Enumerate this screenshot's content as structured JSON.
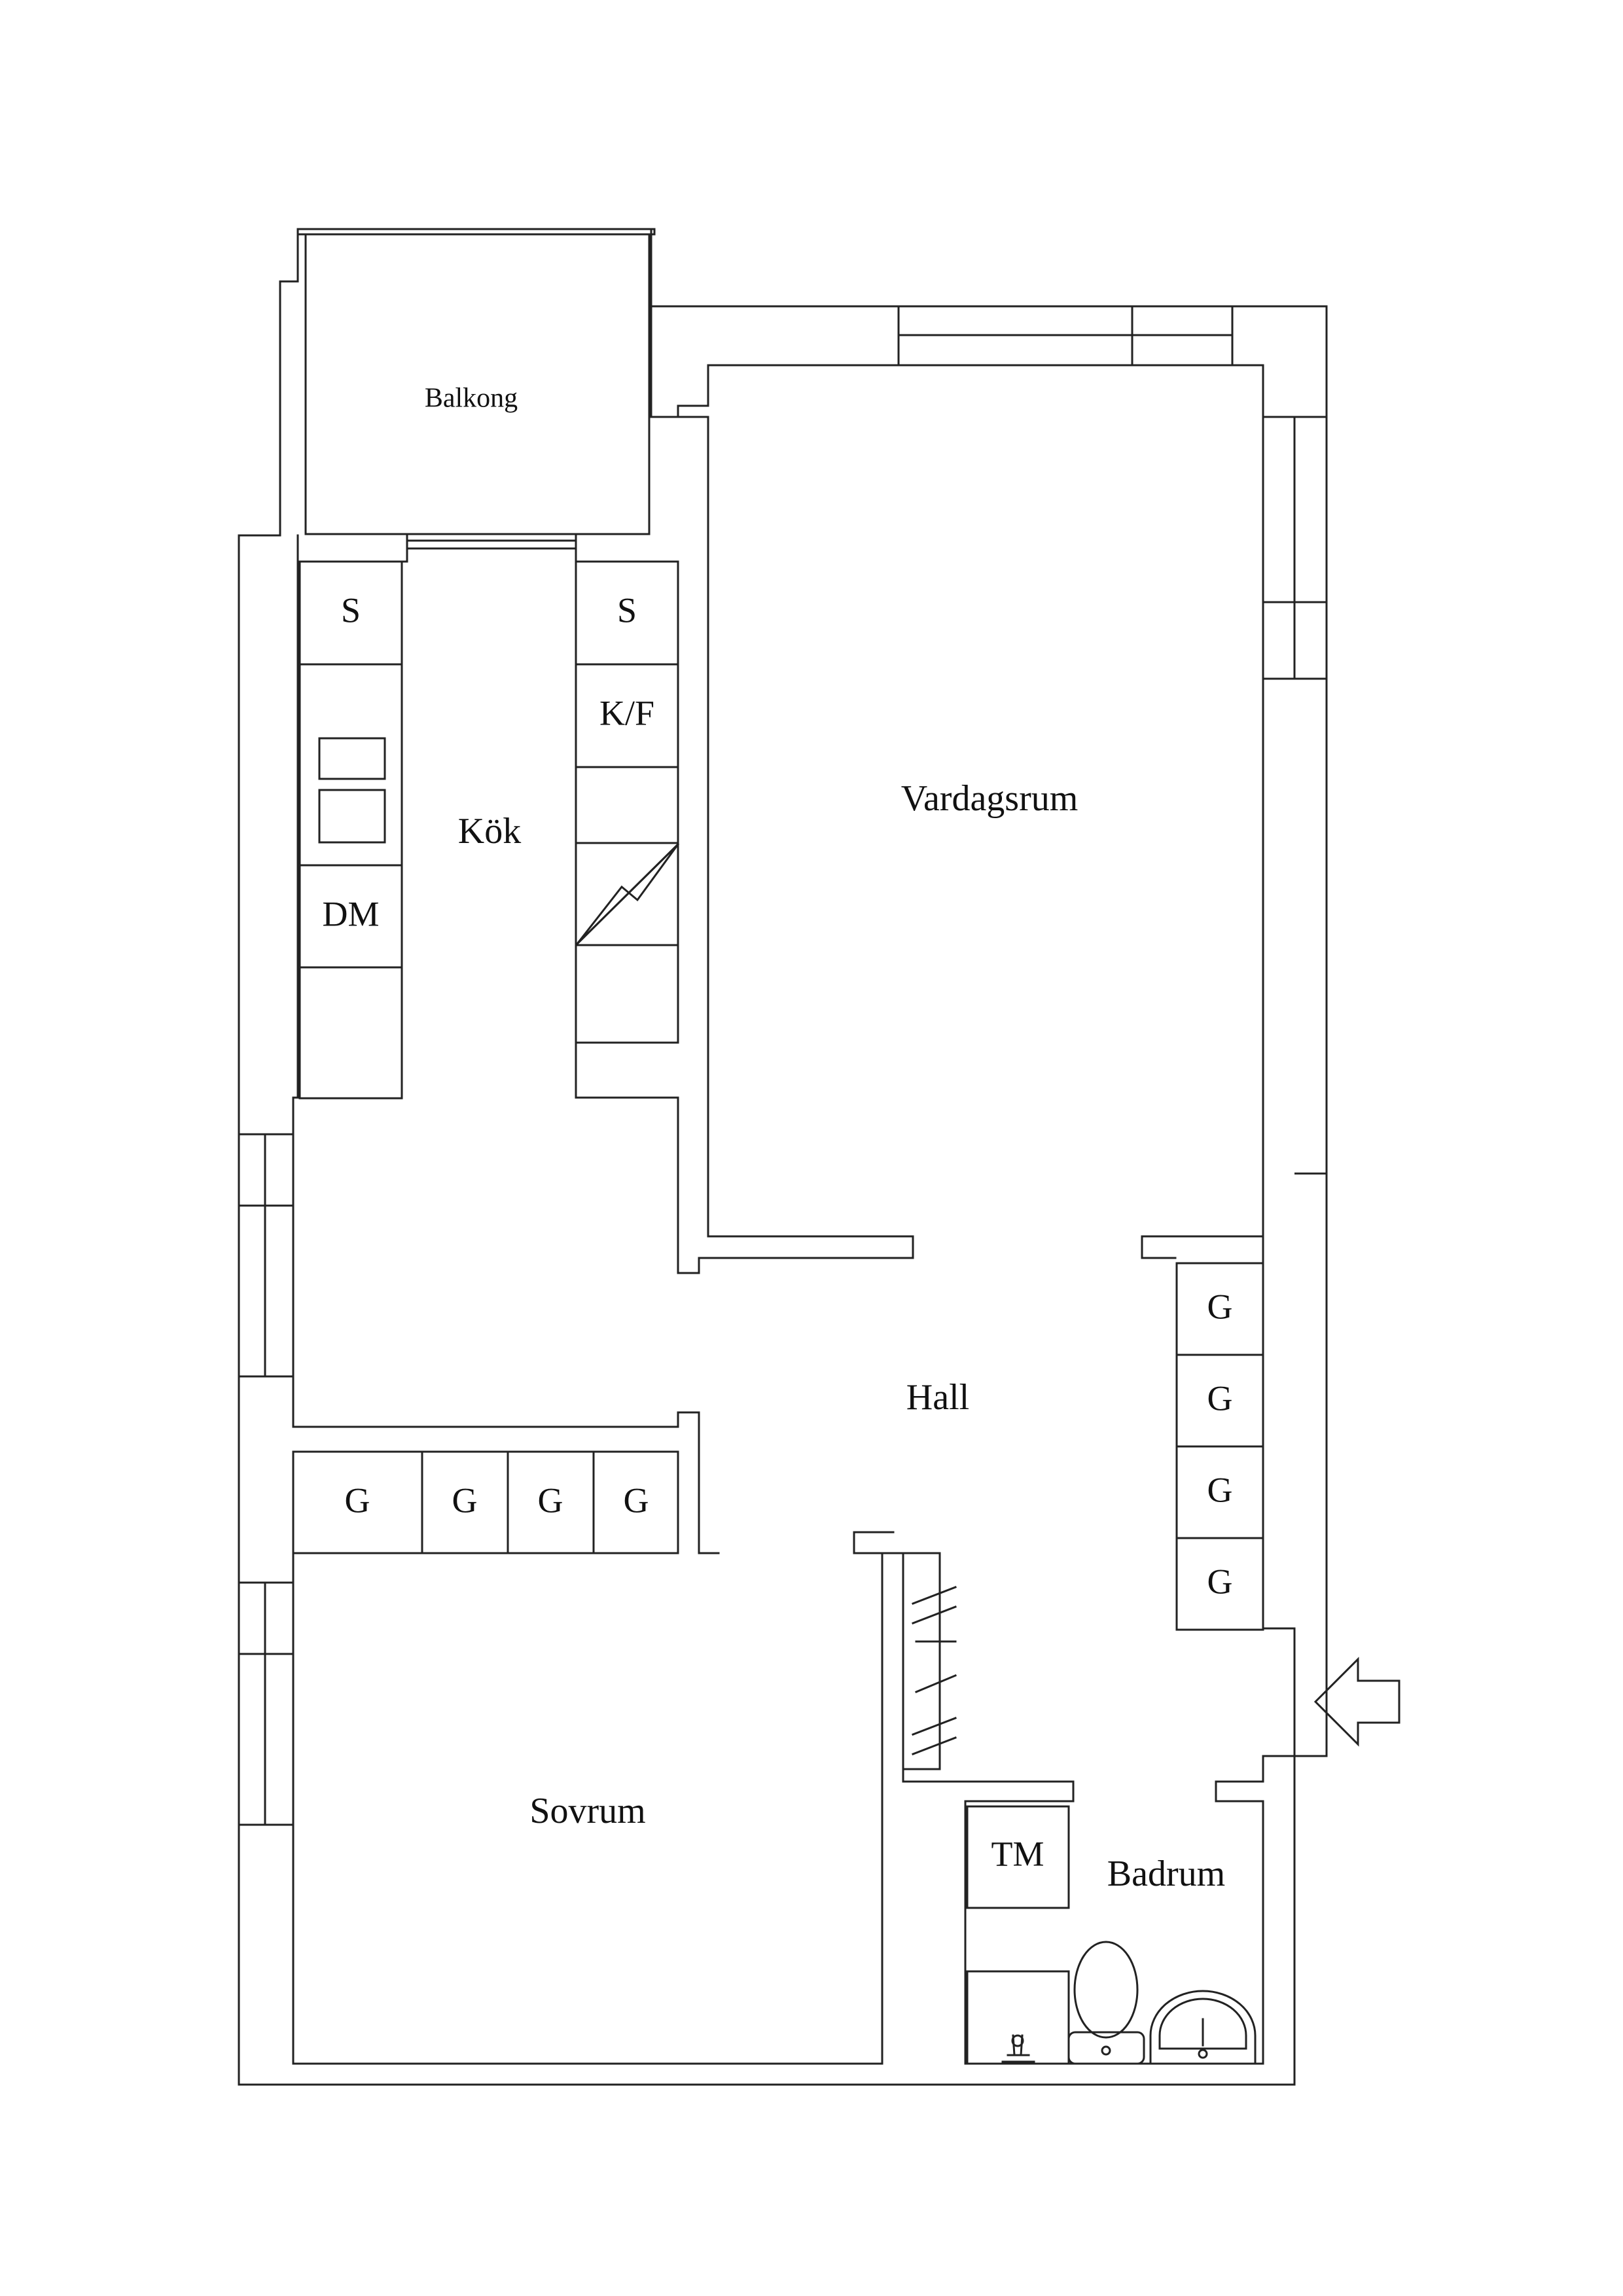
{
  "rooms": {
    "balkong": "Balkong",
    "kok": "Kök",
    "vardagsrum": "Vardagsrum",
    "hall": "Hall",
    "sovrum": "Sovrum",
    "badrum": "Badrum"
  },
  "fixtures": {
    "kitchen_left_top": "S",
    "kitchen_right_top": "S",
    "fridge_freezer": "K/F",
    "dishwasher": "DM",
    "washing_machine": "TM",
    "wardrobe": "G"
  }
}
